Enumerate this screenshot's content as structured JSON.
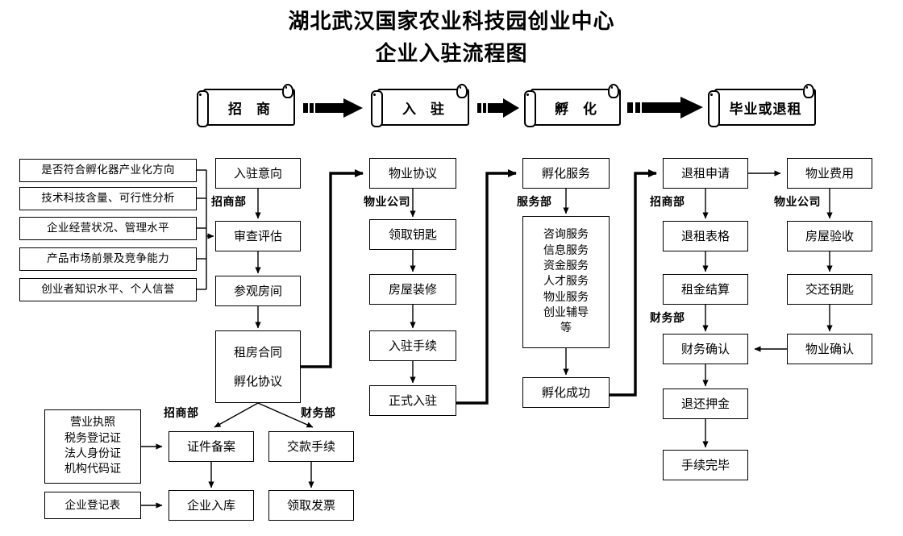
{
  "title": {
    "line1": "湖北武汉国家农业科技园创业中心",
    "line2": "企业入驻流程图"
  },
  "stages": [
    {
      "label": "招  商"
    },
    {
      "label": "入  驻"
    },
    {
      "label": "孵  化"
    },
    {
      "label": "毕业或退租"
    }
  ],
  "criteria": [
    {
      "label": "是否符合孵化器产业化方向"
    },
    {
      "label": "技术科技含量、可行性分析"
    },
    {
      "label": "企业经营状况、管理水平"
    },
    {
      "label": "产品市场前景及竞争能力"
    },
    {
      "label": "创业者知识水平、个人信誉"
    }
  ],
  "col_recruit": {
    "dept": "招商部",
    "b1": "入驻意向",
    "b2": "审查评估",
    "b3": "参观房间",
    "b4_line1": "租房合同",
    "b4_line2": "孵化协议"
  },
  "col_property": {
    "dept": "物业公司",
    "b1": "物业协议",
    "b2": "领取钥匙",
    "b3": "房屋装修",
    "b4": "入驻手续",
    "b5": "正式入驻"
  },
  "col_service": {
    "dept": "服务部",
    "b1": "孵化服务",
    "services": [
      "咨询服务",
      "信息服务",
      "资金服务",
      "人才服务",
      "物业服务",
      "创业辅导",
      "等"
    ],
    "b3": "孵化成功"
  },
  "col_exit": {
    "dept1": "招商部",
    "dept2": "财务部",
    "b1": "退租申请",
    "b2": "退租表格",
    "b3": "租金结算",
    "b4": "财务确认",
    "b5": "退还押金",
    "b6": "手续完毕"
  },
  "col_handover": {
    "dept": "物业公司",
    "b1": "物业费用",
    "b2": "房屋验收",
    "b3": "交还钥匙",
    "b4": "物业确认"
  },
  "bottom": {
    "dept_left": "招商部",
    "dept_right": "财务部",
    "docs": [
      "营业执照",
      "税务登记证",
      "法人身份证",
      "机构代码证"
    ],
    "reg_form": "企业登记表",
    "b_filing": "证件备案",
    "b_payment": "交款手续",
    "b_enroll": "企业入库",
    "b_invoice": "领取发票"
  },
  "colors": {
    "stroke": "#000000",
    "background": "#ffffff"
  }
}
